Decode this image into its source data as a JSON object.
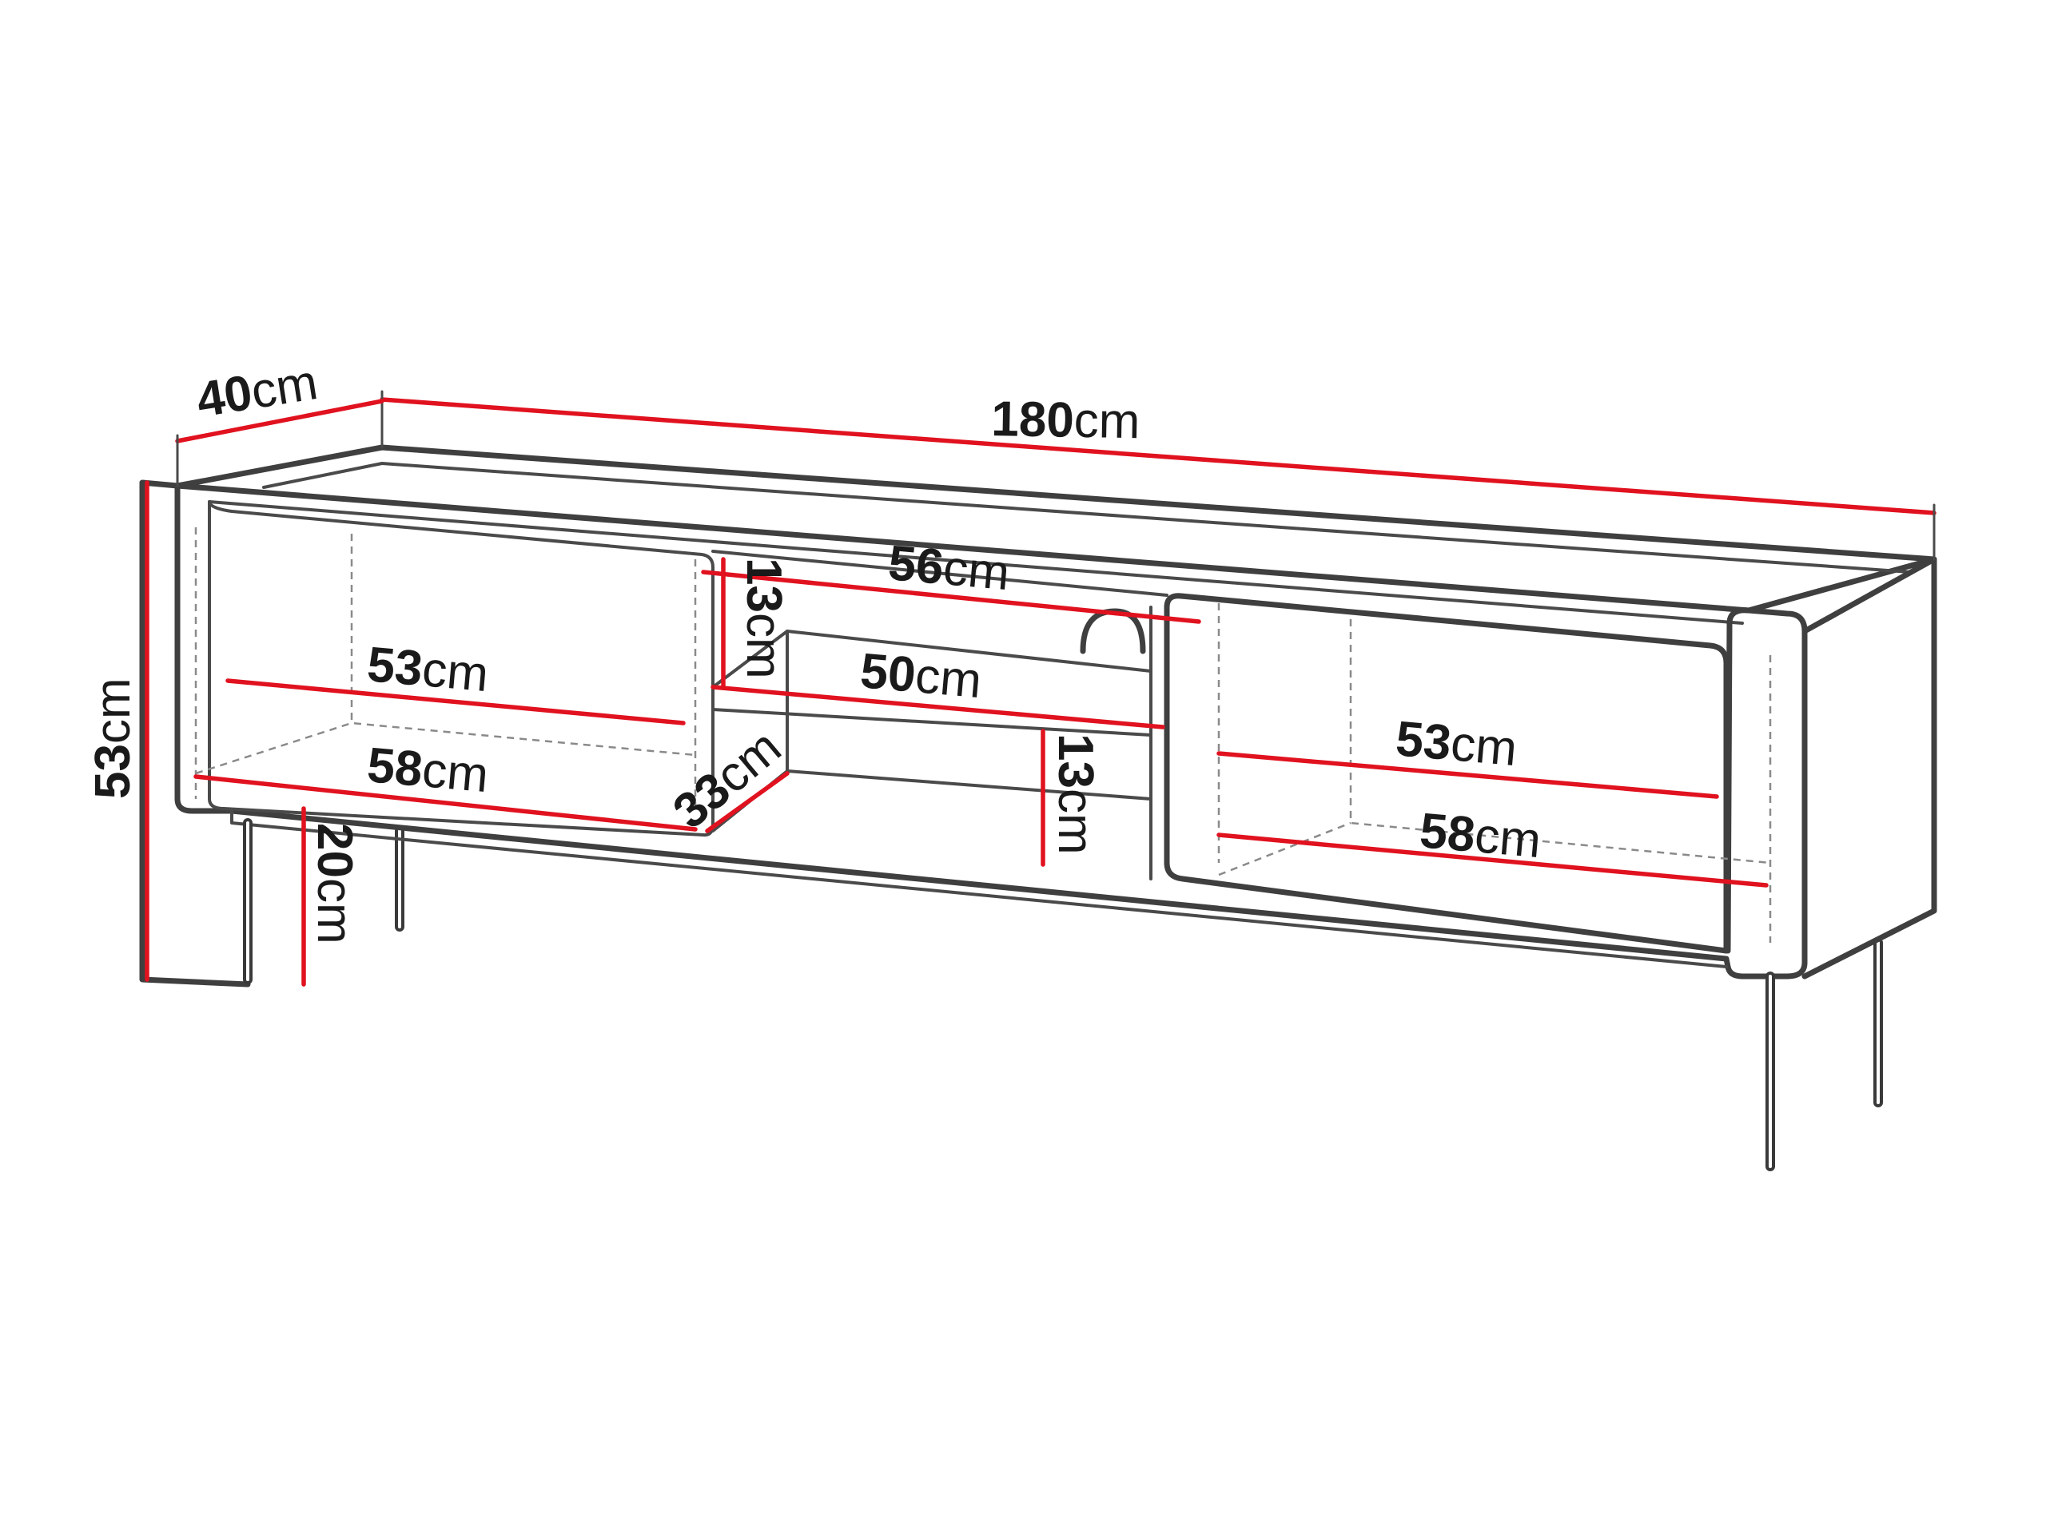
{
  "dimensions": {
    "width": {
      "value": "180",
      "unit": "cm"
    },
    "depth": {
      "value": "40",
      "unit": "cm"
    },
    "height": {
      "value": "53",
      "unit": "cm"
    },
    "leg_height": {
      "value": "20",
      "unit": "cm"
    },
    "left_upper": {
      "value": "53",
      "unit": "cm"
    },
    "left_lower": {
      "value": "58",
      "unit": "cm"
    },
    "right_upper": {
      "value": "53",
      "unit": "cm"
    },
    "right_lower": {
      "value": "58",
      "unit": "cm"
    },
    "middle_top": {
      "value": "56",
      "unit": "cm"
    },
    "middle_shelf": {
      "value": "50",
      "unit": "cm"
    },
    "middle_depth": {
      "value": "33",
      "unit": "cm"
    },
    "top_compartment_height": {
      "value": "13",
      "unit": "cm"
    },
    "middle_compartment_height": {
      "value": "13",
      "unit": "cm"
    }
  },
  "colors": {
    "dimension_line": "#e1121f",
    "outline": "#3f3f3f",
    "hidden_edge": "#8a8a8a"
  }
}
